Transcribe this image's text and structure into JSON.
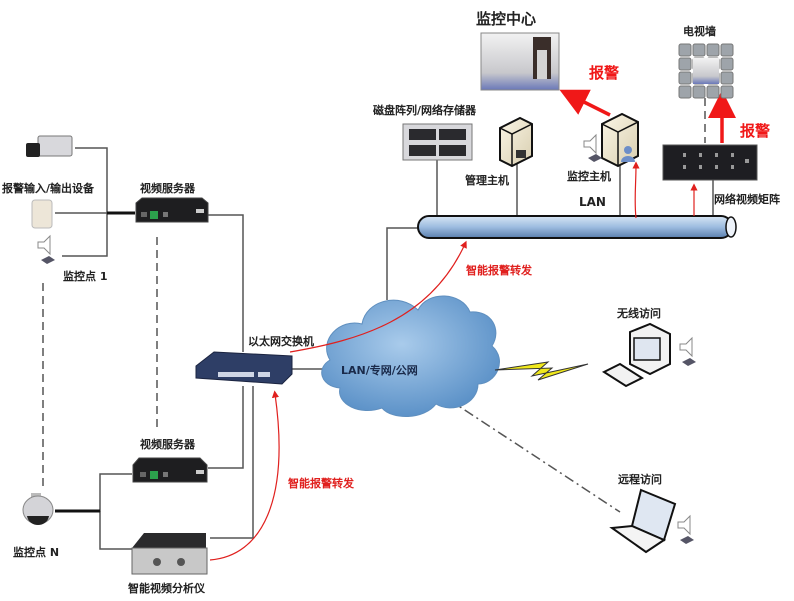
{
  "title": "监控中心",
  "colors": {
    "line": "#555555",
    "alarm_red": "#f01818",
    "smart_red": "#e0201e",
    "cloud": "#6fa6d6",
    "lan_pipe": "#a8c4e4",
    "bolt": "#f0e81c"
  },
  "nodes": {
    "monitor_center": {
      "label": "监控中心"
    },
    "tv_wall": {
      "label": "电视墙"
    },
    "storage": {
      "label": "磁盘阵列/网络存储器"
    },
    "mgmt_host": {
      "label": "管理主机"
    },
    "monitor_host": {
      "label": "监控主机"
    },
    "video_matrix": {
      "label": "网络视频矩阵"
    },
    "lan": {
      "label": "LAN"
    },
    "alarm_io": {
      "label": "报警输入/输出设备"
    },
    "video_server_1": {
      "label": "视频服务器"
    },
    "monitor_point_1": {
      "label": "监控点 1"
    },
    "ethernet_switch": {
      "label": "以太网交换机"
    },
    "cloud": {
      "label": "LAN/专网/公网"
    },
    "wireless_access": {
      "label": "无线访问"
    },
    "remote_access": {
      "label": "远程访问"
    },
    "video_server_n": {
      "label": "视频服务器"
    },
    "monitor_point_n": {
      "label": "监控点 N"
    },
    "video_analyzer": {
      "label": "智能视频分析仪"
    }
  },
  "annotations": {
    "alarm_1": "报警",
    "alarm_2": "报警",
    "smart_forward_1": "智能报警转发",
    "smart_forward_2": "智能报警转发"
  }
}
